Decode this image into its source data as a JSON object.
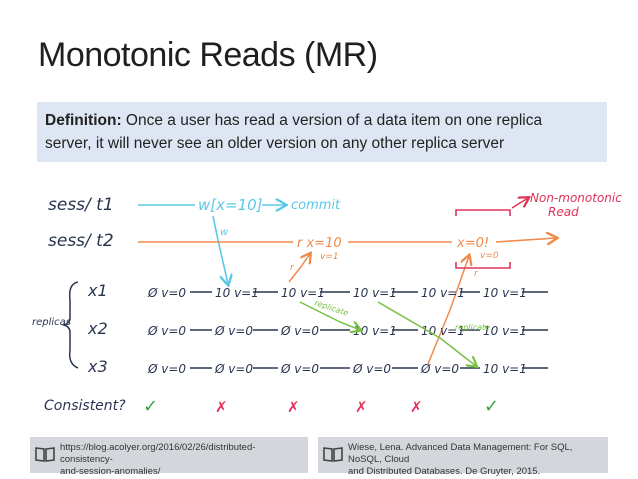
{
  "slide": {
    "title": "Monotonic Reads (MR)"
  },
  "definition": {
    "label": "Definition:",
    "text_line1": " Once a user has read a version of a data item on one replica",
    "text_line2": "server, it will never see an older version on any other replica server"
  },
  "diagram": {
    "session1_label": "sess/ t1",
    "session2_label": "sess/ t2",
    "write_label": "w[x=10]",
    "commit_label": "commit",
    "w_label": "w",
    "r1_label": "r x=10",
    "r1_sub": "v=1",
    "r_small": "r",
    "r2_label": "x=0!",
    "r2_sub": "v=0",
    "non_monotonic_line1": "Non-monotonic",
    "non_monotonic_line2": "Read",
    "replicas_label": "replicas",
    "replica_names": [
      "x1",
      "x2",
      "x3"
    ],
    "replicate_label": "replicate",
    "replica_rows": [
      [
        "Ø v=0",
        "10 v=1",
        "10 v=1",
        "10 v=1",
        "10 v=1",
        "10 v=1"
      ],
      [
        "Ø v=0",
        "Ø v=0",
        "Ø v=0",
        "10 v=1",
        "10 v=1",
        "10 v=1"
      ],
      [
        "Ø v=0",
        "Ø v=0",
        "Ø v=0",
        "Ø v=0",
        "Ø v=0",
        "10 v=1"
      ]
    ],
    "consistent_label": "Consistent?",
    "consistency": [
      "✓",
      "✗",
      "✗",
      "✗",
      "✗",
      "✓"
    ],
    "colors": {
      "session1": "#5bc8e6",
      "session2": "#f08a4b",
      "replica": "#2a3550",
      "replicate": "#77c243",
      "non_monotonic": "#e0335a",
      "check": "#3aa53f",
      "cross": "#e0335a"
    }
  },
  "references": {
    "left_line1": "https://blog.acolyer.org/2016/02/26/distributed-consistency-",
    "left_line2": "and-session-anomalies/",
    "right_line1": "Wiese, Lena. Advanced Data Management: For SQL, NoSQL, Cloud",
    "right_line2": "and Distributed Databases. De Gruyter, 2015."
  }
}
